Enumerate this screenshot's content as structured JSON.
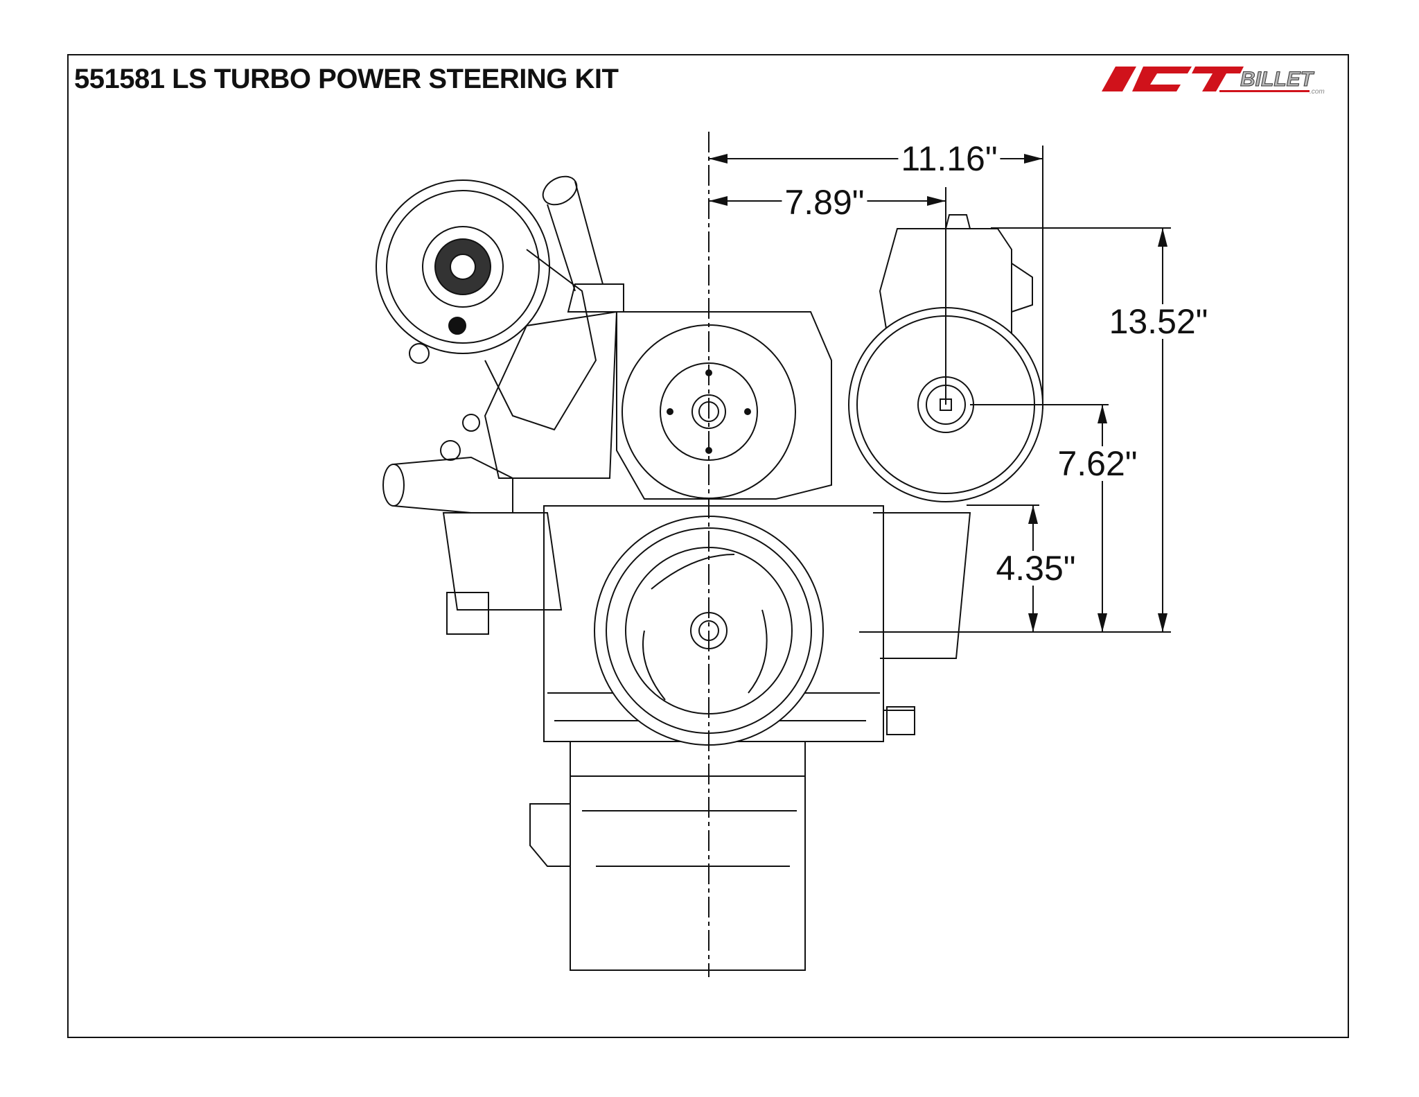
{
  "title": "551581 LS TURBO POWER STEERING KIT",
  "logo": {
    "text": "ICT BILLET .com",
    "colors": {
      "red": "#d0121b",
      "silver": "#b8b8b8"
    }
  },
  "dimensions": {
    "d1": "11.16\"",
    "d2": "7.89\"",
    "d3": "13.52\"",
    "d4": "7.62\"",
    "d5": "4.35\""
  }
}
